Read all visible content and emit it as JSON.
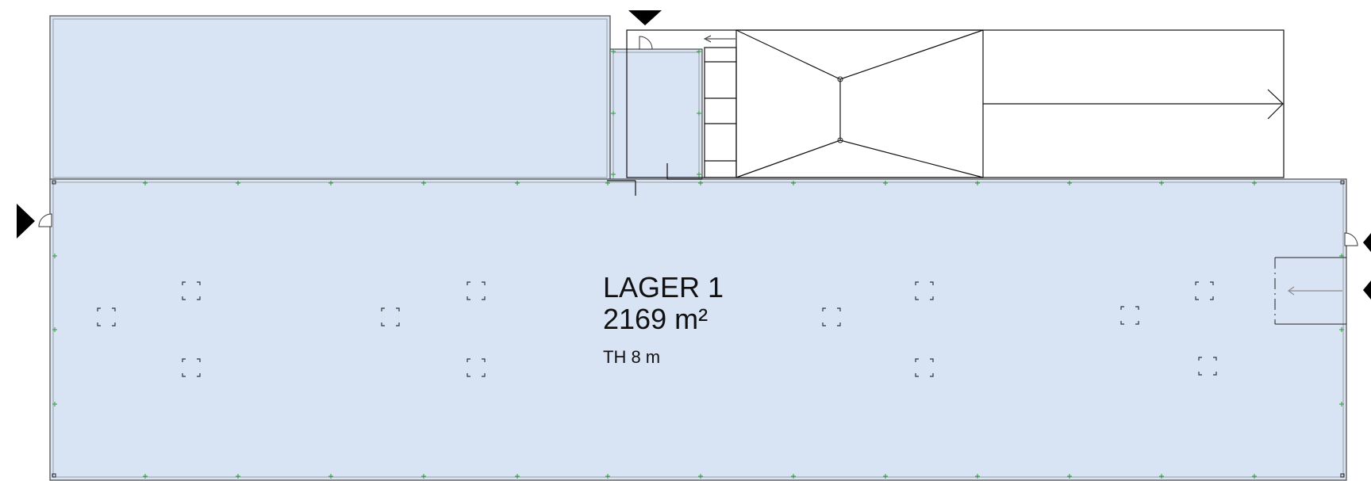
{
  "room": {
    "name": "LAGER 1",
    "area": "2169 m²",
    "height": "TH 8 m",
    "fill_color": "#d8e3f4"
  },
  "entrances": [
    {
      "side": "top",
      "icon": "entrance-triangle-icon"
    },
    {
      "side": "left",
      "icon": "entrance-triangle-icon"
    },
    {
      "side": "right",
      "icon": "entrance-triangle-icon"
    },
    {
      "side": "right",
      "icon": "entrance-triangle-icon"
    }
  ],
  "colors": {
    "room_fill": "#d8e3f4",
    "wall_marker": "#2e9a3a",
    "line": "#111111"
  }
}
